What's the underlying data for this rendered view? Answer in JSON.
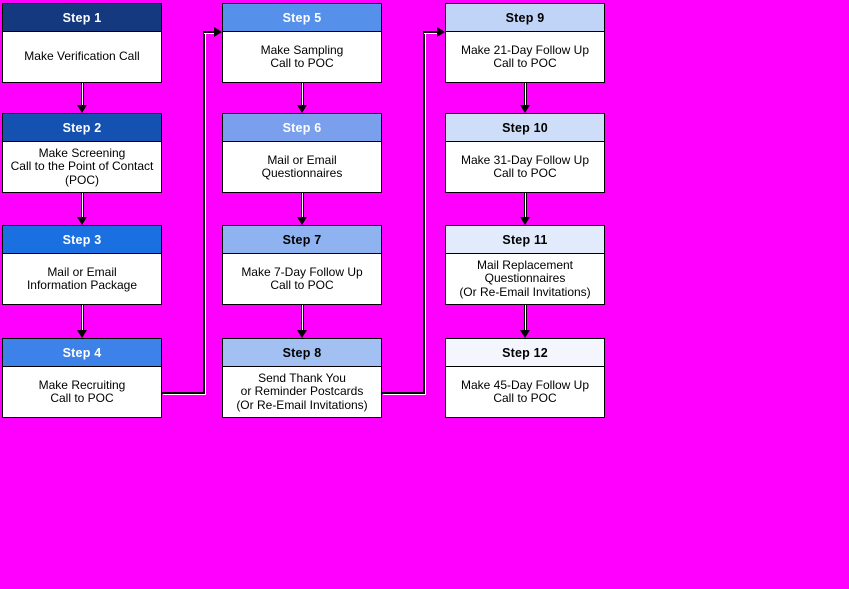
{
  "diagram": {
    "background_color": "#FF00FF",
    "node_body_color": "#FFFFFF",
    "node_border_color": "#000000",
    "steps": [
      {
        "title": "Step 1",
        "lines": [
          "Make Verification Call"
        ],
        "header_bg": "#15397E",
        "header_fg": "#FFFFFF"
      },
      {
        "title": "Step 2",
        "lines": [
          "Make Screening",
          "Call to the Point of Contact",
          "(POC)"
        ],
        "header_bg": "#1551B0",
        "header_fg": "#FFFFFF"
      },
      {
        "title": "Step 3",
        "lines": [
          "Mail or Email",
          "Information Package"
        ],
        "header_bg": "#1B70E1",
        "header_fg": "#FFFFFF"
      },
      {
        "title": "Step 4",
        "lines": [
          "Make Recruiting",
          "Call to POC"
        ],
        "header_bg": "#3D82E8",
        "header_fg": "#FFFFFF"
      },
      {
        "title": "Step 5",
        "lines": [
          "Make Sampling",
          "Call to POC"
        ],
        "header_bg": "#5590EB",
        "header_fg": "#FFFFFF"
      },
      {
        "title": "Step 6",
        "lines": [
          "Mail or Email",
          "Questionnaires"
        ],
        "header_bg": "#7AA0ED",
        "header_fg": "#FFFFFF"
      },
      {
        "title": "Step 7",
        "lines": [
          "Make 7-Day Follow Up",
          "Call to POC"
        ],
        "header_bg": "#8FB3F0",
        "header_fg": "#000000"
      },
      {
        "title": "Step 8",
        "lines": [
          "Send Thank You",
          "or Reminder Postcards",
          "(Or Re-Email Invitations)"
        ],
        "header_bg": "#A3C0F2",
        "header_fg": "#000000"
      },
      {
        "title": "Step 9",
        "lines": [
          "Make 21-Day Follow Up",
          "Call to POC"
        ],
        "header_bg": "#BFD4F7",
        "header_fg": "#000000"
      },
      {
        "title": "Step 10",
        "lines": [
          "Make 31-Day Follow Up",
          "Call to POC"
        ],
        "header_bg": "#CEDEF8",
        "header_fg": "#000000"
      },
      {
        "title": "Step 11",
        "lines": [
          "Mail Replacement",
          "Questionnaires",
          "(Or Re-Email Invitations)"
        ],
        "header_bg": "#E2EBFB",
        "header_fg": "#000000"
      },
      {
        "title": "Step 12",
        "lines": [
          "Make 45-Day Follow Up",
          "Call to POC"
        ],
        "header_bg": "#F3F6FC",
        "header_fg": "#000000"
      }
    ],
    "connections": [
      {
        "from": "Step 1",
        "to": "Step 2",
        "type": "down"
      },
      {
        "from": "Step 2",
        "to": "Step 3",
        "type": "down"
      },
      {
        "from": "Step 3",
        "to": "Step 4",
        "type": "down"
      },
      {
        "from": "Step 4",
        "to": "Step 5",
        "type": "elbow-right-up"
      },
      {
        "from": "Step 5",
        "to": "Step 6",
        "type": "down"
      },
      {
        "from": "Step 6",
        "to": "Step 7",
        "type": "down"
      },
      {
        "from": "Step 7",
        "to": "Step 8",
        "type": "down"
      },
      {
        "from": "Step 8",
        "to": "Step 9",
        "type": "elbow-right-up"
      },
      {
        "from": "Step 9",
        "to": "Step 10",
        "type": "down"
      },
      {
        "from": "Step 10",
        "to": "Step 11",
        "type": "down"
      },
      {
        "from": "Step 11",
        "to": "Step 12",
        "type": "down"
      }
    ]
  }
}
